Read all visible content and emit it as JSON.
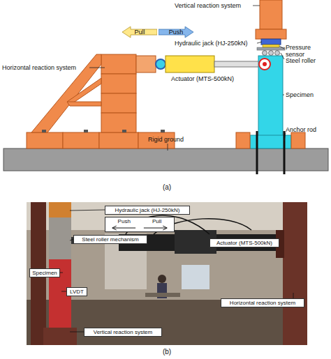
{
  "diagram": {
    "nodes": [
      {
        "text": [
          "Pull"
        ]
      },
      {
        "text": [
          "Push"
        ]
      },
      {
        "text": [
          "Hydraulic jack (HJ-250kN)"
        ]
      },
      {
        "text": [
          "Push",
          "Pull"
        ]
      },
      {
        "text": [
          "Steel roller mechanism"
        ]
      },
      {
        "text": [
          "Actuator (MTS-500kN)"
        ]
      },
      {
        "text": [
          "Specimen"
        ]
      },
      {
        "text": [
          "LVDT"
        ]
      },
      {
        "text": [
          "Horizontal reaction system"
        ]
      },
      {
        "text": [
          "Vertical reaction system"
        ]
      }
    ],
    "labels": [
      "Vertical reaction system",
      "Hydraulic jack (HJ-250kN)",
      "Pressure sensor",
      "Horizontal reaction system",
      "Steel roller",
      "Actuator (MTS-500kN)",
      "Specimen",
      "Rigid ground",
      "Anchor rod",
      "(a)",
      "(b)"
    ]
  }
}
